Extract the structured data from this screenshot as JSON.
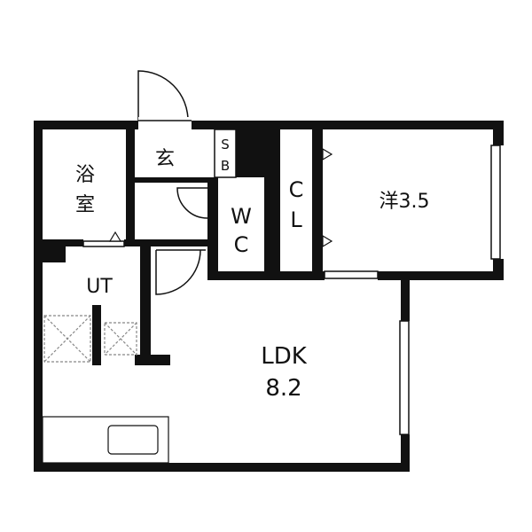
{
  "rooms": {
    "bath": {
      "line1": "浴",
      "line2": "室"
    },
    "entrance": "玄",
    "shoe_box": {
      "line1": "S",
      "line2": "B"
    },
    "closet": {
      "line1": "C",
      "line2": "L"
    },
    "western_room": "洋3.5",
    "toilet": {
      "line1": "W",
      "line2": "C"
    },
    "utility": "UT",
    "ldk": {
      "line1": "LDK",
      "line2": "8.2"
    }
  },
  "colors": {
    "wall": "#111111",
    "fixture": "#888888",
    "background": "#ffffff"
  }
}
